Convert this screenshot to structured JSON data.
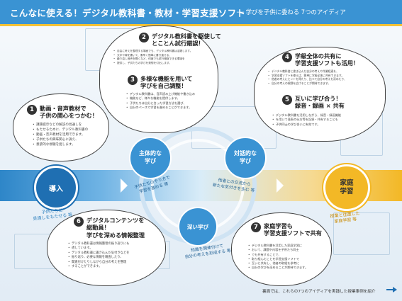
{
  "header": {
    "title": "こんなに使える！デジタル教科書・教材・学習支援ソフト",
    "subtitle": "── 学びを子供に委ねる 7つのアイディア"
  },
  "ideas": [
    {
      "num": "1",
      "title_lines": [
        "動画・音声教材で",
        "子供の関心をつかむ！"
      ],
      "bullets": [
        "課題提示などの解説の見通しを",
        "もたせるために、デジタル教科書の",
        "動画・音声教材を活用できます。",
        "子供たちの興味関心に訴え、",
        "意欲的な視聴を促します。"
      ]
    },
    {
      "num": "2",
      "title_lines": [
        "デジタル教科書を駆使して",
        "とことん試行錯誤！"
      ],
      "bullets": [
        "自由に考えを整理する場面でも、デジタル教科書は活躍します。",
        "文字や線を書いて、素早く簡単に書き直せる、",
        "繰り返し音声を聞くなど、何度でも試行錯誤できる環境を",
        "提供し、子供たちの学びを発想を引出します。"
      ]
    },
    {
      "num": "3",
      "title_lines": [
        "多様な機能を用いて",
        "学びを自己調整！"
      ],
      "bullets": [
        "デジタル教科書は、音声読み上げ機能や書き込み",
        "機能など、様々な機能を提供します。",
        "子供たちは自分に合った学習方法を選び、",
        "自分のペースで学習を進めることができます。"
      ]
    },
    {
      "num": "4",
      "title_lines": [
        "学級全体の共有に",
        "学習支援ソフトも活用！"
      ],
      "bullets": [
        "デジタル教科書に書き込んだ自分の考えや作業経過を、",
        "学習支援ソフトを使えば、簡単に学級全体に共有できます。",
        "他者の考えにヒントを得たり、比べて自分の考えを深めたり、",
        "自分の考えの視野を広げることが期待できます。"
      ]
    },
    {
      "num": "5",
      "title_lines": [
        "互いに学び合う！",
        "録音・録画 × 共有"
      ],
      "bullets": [
        "デジタル教科書を活用しながら、録音・録画機能",
        "を用いて発表の仕方等を記録・共有することも",
        "子供同士の学び合いに有効です。"
      ]
    },
    {
      "num": "6",
      "title_lines": [
        "デジタルコンテンツを",
        "総動員！",
        "学びを深める情報整理"
      ],
      "bullets": [
        "デジタル教科書は情報整理の振り返りにも",
        "適しています。",
        "デジタル教科書に書き込んだ気付きなどを",
        "振り返り、必要な情報を精査したり、",
        "関連付けたりしながら自分の考えを整理",
        "することができます。"
      ]
    },
    {
      "num": "7",
      "title_lines": [
        "家庭学習も",
        "学習支援ソフトで共有"
      ],
      "bullets": [
        "デジタル教科書を活用した家庭学習に",
        "おいて、課題や内容を子供たち同士",
        "でも共有することで、",
        "取り組んだことを学習支援ソフトで",
        "互いに共有し、他者の取組を参考に",
        "自分の学びを深めることが期待できます。"
      ]
    }
  ],
  "flow": {
    "intro": "導入",
    "home": "家庭\n学習",
    "proactive": "主体的な\n学び",
    "dialogue": "対話的な\n学び",
    "deep": "深い学び"
  },
  "notes": {
    "intro_note": "子供たちに\n見通しをもたせる 等",
    "home_note": "授業と往還した\n家庭学習 等",
    "left_arc": "子供たちのやり方で\n学習を進める 等",
    "right_arc": "他者との交流から\n新たな気付きを生む 等",
    "bottom_arc": "知識を関連付けて\n自分の考えを形成する 等"
  },
  "footer": "裏面では、これらの7つのアイディアを実践した授業事例を紹介",
  "colors": {
    "blue": "#3a93d3",
    "darkblue": "#1f6fb2",
    "yellow": "#f3b826"
  }
}
